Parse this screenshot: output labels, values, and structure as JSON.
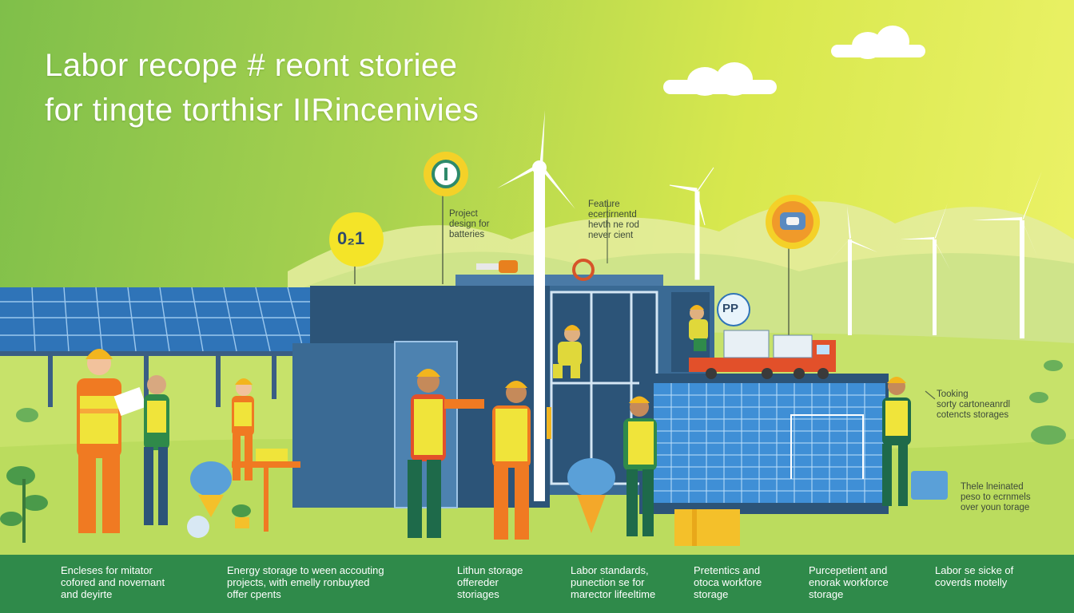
{
  "title": {
    "line1": "Labor recope # reont storiee",
    "line2": "for tingte torthisr IIRincenivies"
  },
  "badges": {
    "counter": "0₂1",
    "pp": "PP"
  },
  "annotations": {
    "project": [
      "Project",
      "design for",
      "batteries"
    ],
    "feature": [
      "Feature",
      "ecertirnentd",
      "hevth ne rod",
      "never cient"
    ],
    "tracking": [
      "Tooking",
      "sorty cartoneanrdl",
      "cotencts storages"
    ],
    "maintained": [
      "Thele lneinated",
      "peso to ecrnmels",
      "over youn torage"
    ]
  },
  "captions": [
    [
      "Encleses for mitator",
      "cofored and novernant",
      "and deyirte"
    ],
    [
      "Energy storage to ween accouting",
      "projects, with emelly ronbuyted",
      "offer cpents"
    ],
    [
      "Lithun storage",
      "offereder",
      "storiages"
    ],
    [
      "Labor standards,",
      "punection se for",
      "marector lifeeltime"
    ],
    [
      "Pretentics and",
      "otoca workfore",
      "storage"
    ],
    [
      "Purcepetient and",
      "enorak workforce",
      "storage"
    ],
    [
      "Labor se sicke of",
      "coverds motelly"
    ]
  ],
  "colors": {
    "sky_left": "#7fbf4a",
    "sky_right": "#eef36a",
    "ground": "#c7e26a",
    "panel_blue": "#2f74b8",
    "container": "#2c5478",
    "vest": "#f0e43a",
    "suit": "#f07a22",
    "truck": "#e2502a",
    "bottom_bar": "#2f8a4a"
  },
  "icons": [
    "gear-icon",
    "counter-badge-icon",
    "sun-badge-icon",
    "pp-badge-icon",
    "solar-panel-icon",
    "wind-turbine-icon",
    "battery-container-icon",
    "truck-icon",
    "worker-icon",
    "plant-icon"
  ]
}
